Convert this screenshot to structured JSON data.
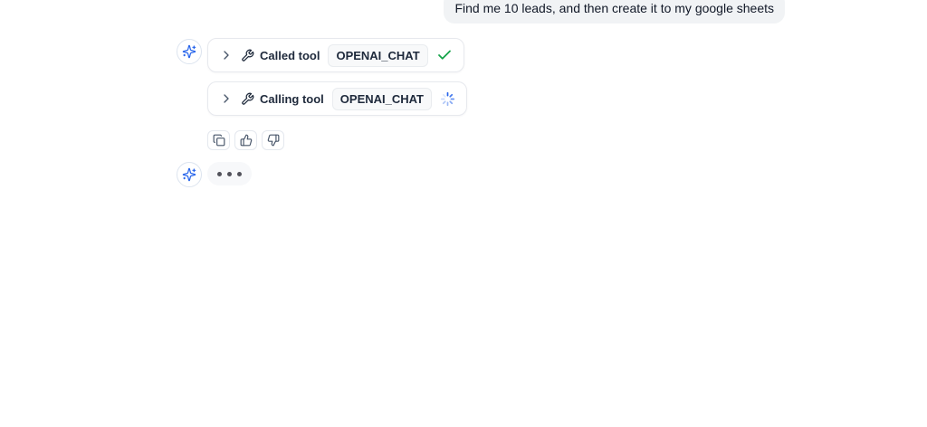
{
  "user_message": {
    "text": "Find me 10 leads, and then create it to my google sheets"
  },
  "assistant": {
    "avatar_icon": "sparkles-icon",
    "tool_calls": [
      {
        "status_label": "Called tool",
        "tool_name": "OPENAI_CHAT",
        "state": "completed",
        "leading_icons": [
          "chevron-right-icon",
          "wrench-icon"
        ],
        "trailing_icon": "check-icon"
      },
      {
        "status_label": "Calling tool",
        "tool_name": "OPENAI_CHAT",
        "state": "in-progress",
        "leading_icons": [
          "chevron-right-icon",
          "wrench-icon"
        ],
        "trailing_icon": "spinner-icon"
      }
    ],
    "message_actions": [
      {
        "name": "copy",
        "icon": "copy-icon"
      },
      {
        "name": "thumbs-up",
        "icon": "thumbs-up-icon"
      },
      {
        "name": "thumbs-down",
        "icon": "thumbs-down-icon"
      }
    ],
    "typing_indicator": {
      "dots": 3
    }
  },
  "colors": {
    "accent_blue": "#2563eb",
    "success_green": "#16a34a",
    "user_bubble_bg": "#f1f3f5",
    "card_border": "#e7e9ee",
    "badge_bg": "#f8f9fa",
    "text_dark": "#1e293b"
  }
}
